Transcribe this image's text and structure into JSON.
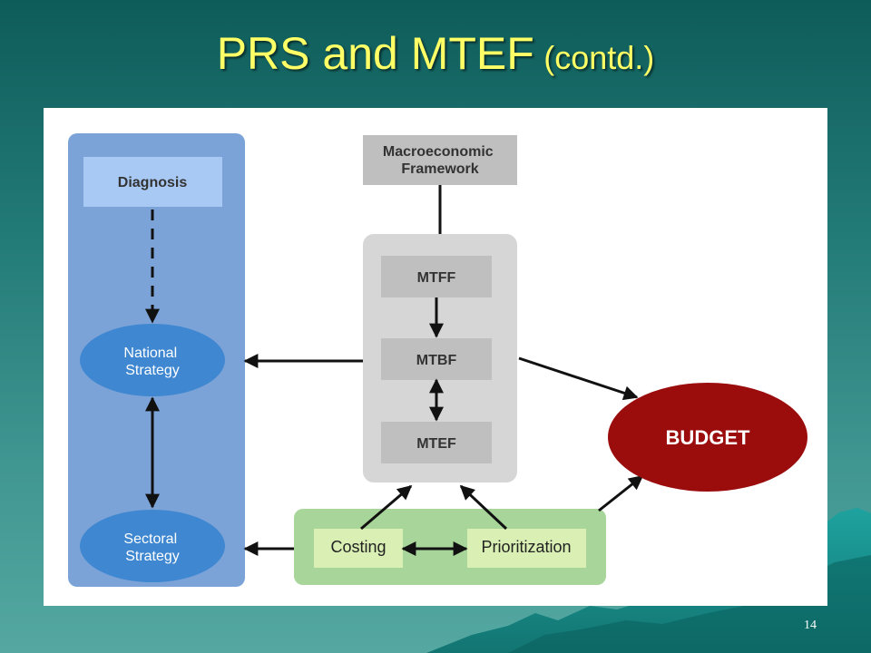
{
  "slide": {
    "title": "PRS and MTEF",
    "title_suffix": "(contd.)",
    "page_number": "14"
  },
  "diagram": {
    "left_column": {
      "diagnosis": "Diagnosis",
      "national_strategy": [
        "National",
        "Strategy"
      ],
      "sectoral_strategy": [
        "Sectoral",
        "Strategy"
      ]
    },
    "macro_framework": [
      "Macroeconomic",
      "Framework"
    ],
    "mtef_group": {
      "mtff": "MTFF",
      "mtbf": "MTBF",
      "mtef": "MTEF"
    },
    "costing_group": {
      "costing": "Costing",
      "prioritization": "Prioritization"
    },
    "budget": "BUDGET"
  },
  "colors": {
    "background_top": "#0e5c5a",
    "background_bottom": "#55a8a2",
    "title": "#ffff66",
    "left_panel": "#7ba3d8",
    "diagnosis_box": "#a9c9f5",
    "strategy_ellipse": "#3f87d0",
    "gray_panel": "#d6d6d6",
    "gray_box": "#bfbfbf",
    "green_panel": "#a8d59a",
    "green_box": "#d9efb3",
    "budget": "#9b0d0d",
    "arrow": "#111111"
  }
}
